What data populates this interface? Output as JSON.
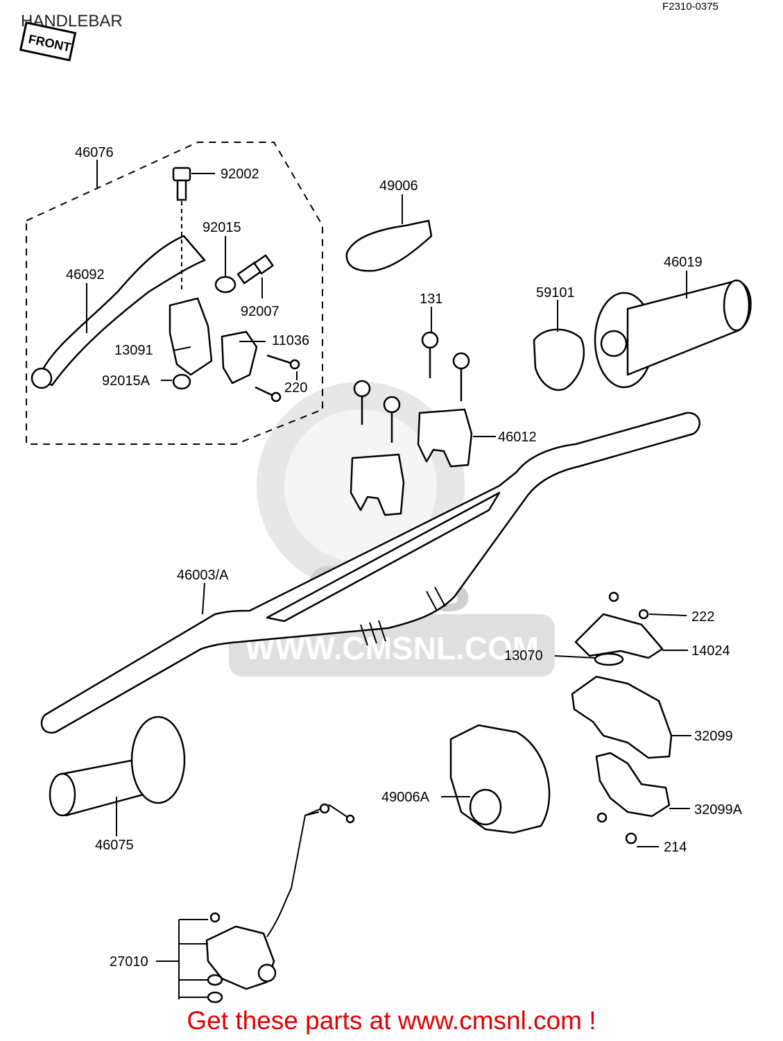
{
  "header": {
    "title": "HANDLEBAR",
    "code": "F2310-0375",
    "front_tag": "FRONT"
  },
  "watermark": {
    "brand": "cms",
    "url": "WWW.CMSNL.COM"
  },
  "parts": {
    "p46076": "46076",
    "p92002": "92002",
    "p92015": "92015",
    "p46092": "46092",
    "p92007": "92007",
    "p13091": "13091",
    "p11036": "11036",
    "p92015A": "92015A",
    "p220": "220",
    "p49006": "49006",
    "p131": "131",
    "p59101": "59101",
    "p46019": "46019",
    "p46012": "46012",
    "p46003A": "46003/A",
    "p222": "222",
    "p14024": "14024",
    "p13070": "13070",
    "p32099": "32099",
    "p49006A": "49006A",
    "p32099A": "32099A",
    "p46075": "46075",
    "p214": "214",
    "p27010": "27010"
  },
  "footer": {
    "text": "Get these parts at www.cmsnl.com !"
  },
  "colors": {
    "footer_text": "#e00000",
    "line": "#000000",
    "watermark": "#d4d4d4"
  }
}
